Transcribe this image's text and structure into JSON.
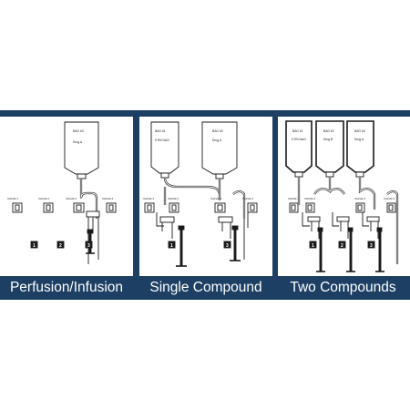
{
  "panels": [
    {
      "caption": "Perfusion/Infusion",
      "bags": [
        {
          "label": "BAG #3",
          "drug": "Drug A"
        }
      ],
      "valves": [
        "VALVE 1",
        "VALVE 2",
        "VALVE 3",
        "VALVE 4"
      ],
      "numbers": [
        "1",
        "2",
        "3"
      ]
    },
    {
      "caption": "Single Compound",
      "bags": [
        {
          "label": "BAG #1",
          "drug": "0.9% NaCl"
        },
        {
          "label": "BAG #3",
          "drug": "Drug A"
        }
      ],
      "valves": [
        "VALVE 1",
        "VALVE 2",
        "VALVE 3",
        "VALVE 4"
      ],
      "numbers": [
        "1",
        "3"
      ]
    },
    {
      "caption": "Two Compounds",
      "bags": [
        {
          "label": "BAG #1",
          "drug": "0.9% NaCl"
        },
        {
          "label": "BAG #2",
          "drug": "Drug B"
        },
        {
          "label": "BAG #3",
          "drug": "Drug A"
        }
      ],
      "valves": [
        "VALVE 1",
        "VALVE 2",
        "VALVE 3",
        "VALVE 4"
      ],
      "numbers": [
        "1",
        "2",
        "3"
      ]
    }
  ],
  "colors": {
    "band": "#1c3f63",
    "caption_text": "#ffffff",
    "line": "#1a1a1a"
  }
}
